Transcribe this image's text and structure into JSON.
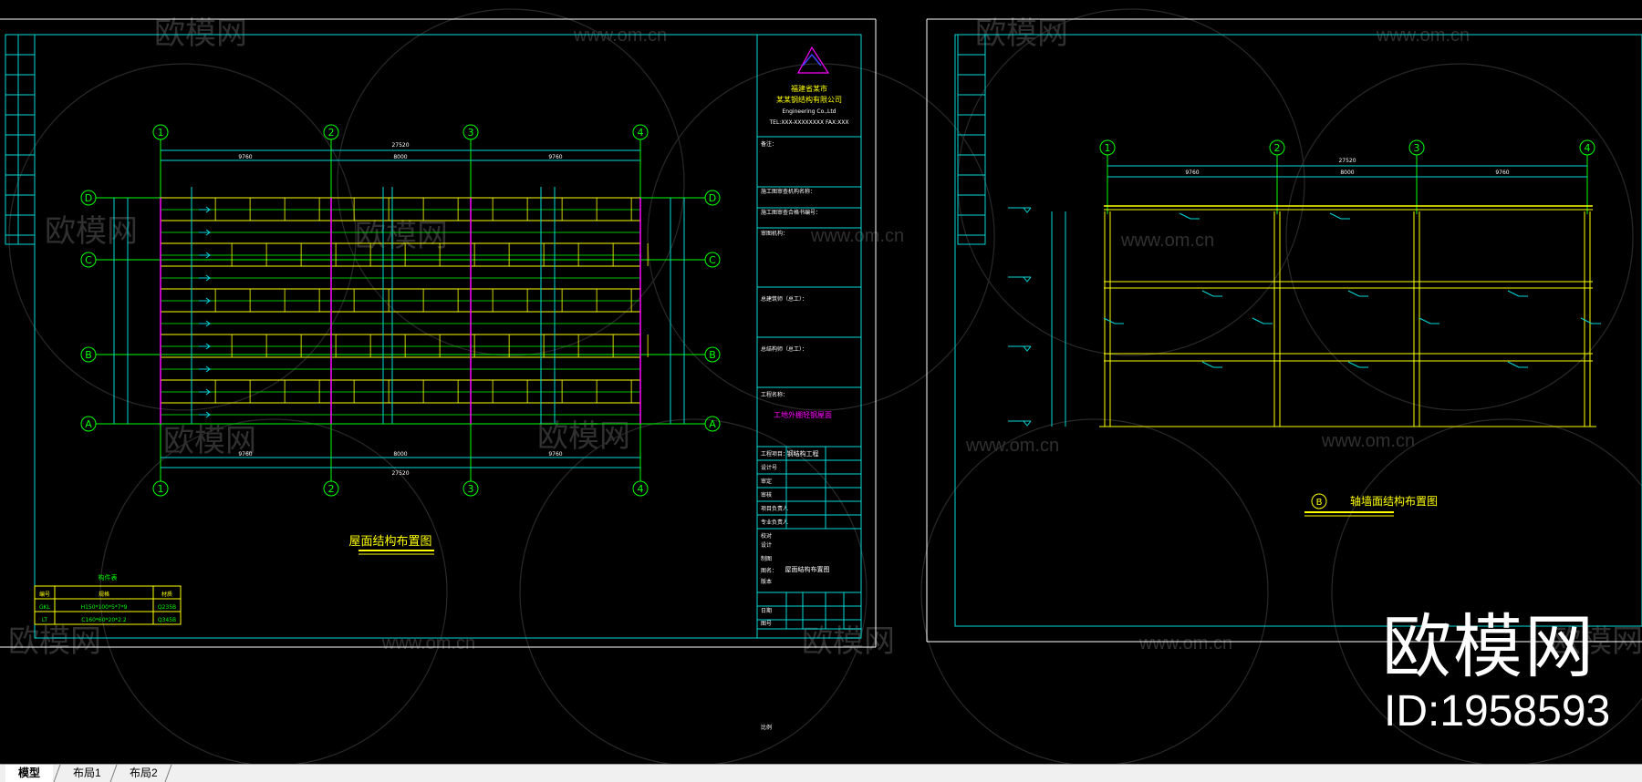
{
  "layout_tabs": [
    {
      "label": "模型",
      "active": true
    },
    {
      "label": "布局1",
      "active": false
    },
    {
      "label": "布局2",
      "active": false
    }
  ],
  "watermark": {
    "brand": "欧模网",
    "url": "www.om.cn",
    "id": "ID:1958593"
  },
  "sheet_left": {
    "grid_numbers": [
      "1",
      "2",
      "3",
      "4"
    ],
    "grid_letters": [
      "D",
      "C",
      "B",
      "A"
    ],
    "plan_title": "屋面结构布置图",
    "total_dim": "27520",
    "bay_dims": [
      "9760",
      "8000",
      "9760"
    ],
    "legend": {
      "title": "构件表",
      "headers": [
        "编号",
        "规格",
        "材质"
      ],
      "rows": [
        [
          "GKL",
          "H150*100*5*7*9",
          "Q235B"
        ],
        [
          "LT",
          "C160*60*20*2.2",
          "Q345B"
        ]
      ]
    },
    "title_block": {
      "company_lines": [
        "福建省某市",
        "某某钢结构有限公司",
        "Engineering Co.,Ltd",
        "TEL:XXX-XXXXXXXX FAX:XXX"
      ],
      "labels": [
        "备注：",
        "施工图审查机构名称：",
        "施工图审查合格书编号：",
        "审图机构：",
        "总建筑师（总工）：",
        "总结构师（总工）：",
        "工程名称：",
        "工程项目：",
        "设计号",
        "审定",
        "审核",
        "项目负责人",
        "专业负责人",
        "校对",
        "设计",
        "制图",
        "图名：",
        "版本",
        "日期",
        "图号",
        "比例"
      ],
      "project_name": "工地外棚轻钢屋面",
      "subproject": "钢结构工程",
      "drawing_name": "屋面结构布置图"
    }
  },
  "sheet_right": {
    "grid_numbers": [
      "1",
      "2",
      "3",
      "4"
    ],
    "title_letter": "B",
    "elevation_title": "轴墙面结构布置图",
    "total_dim": "27520",
    "bay_dims": [
      "9760",
      "8000",
      "9760"
    ]
  }
}
